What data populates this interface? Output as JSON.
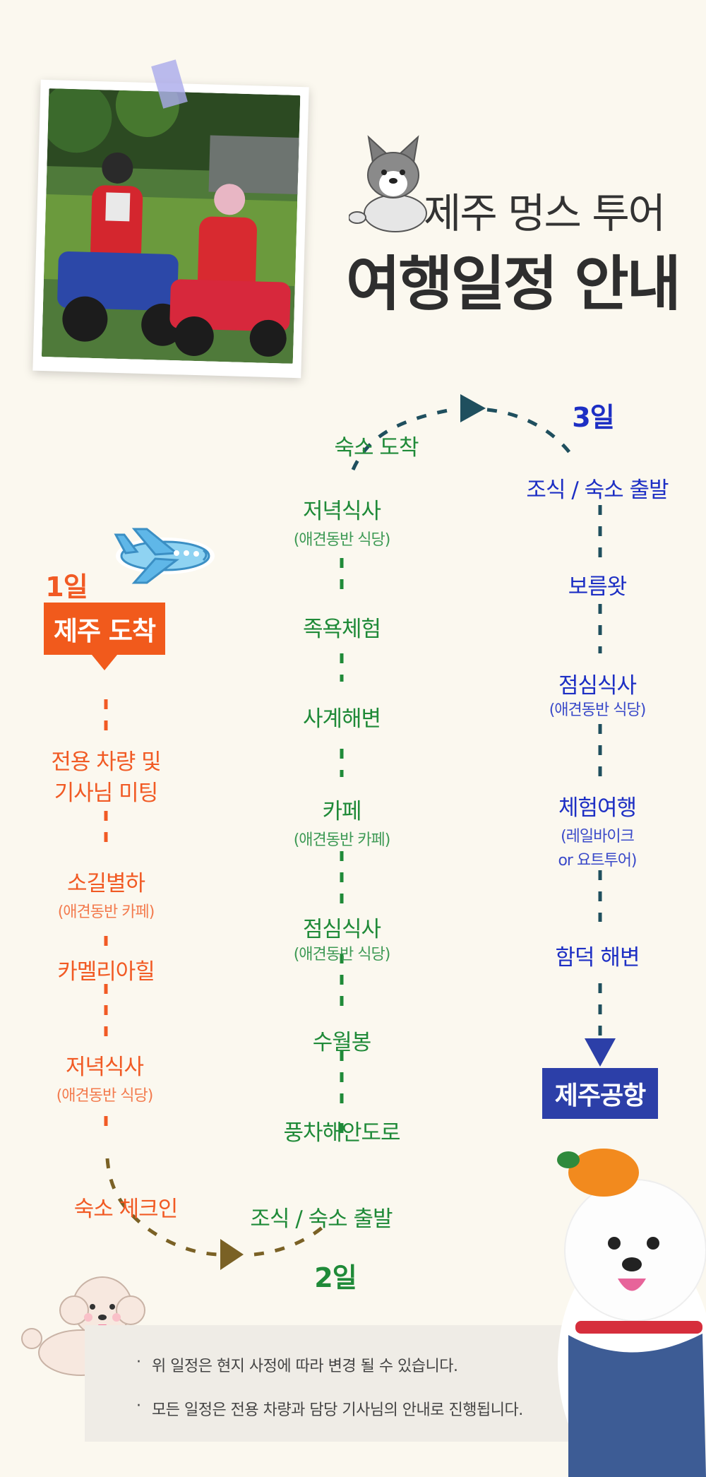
{
  "header": {
    "subtitle": "제주 멍스 투어",
    "title": "여행일정 안내"
  },
  "colors": {
    "background": "#fbf8ef",
    "day1": "#f15a24",
    "day2": "#1f8a38",
    "day3": "#1d2fc4",
    "start_box": "#f15a1c",
    "end_box": "#2c3fa8"
  },
  "icons": [
    "airplane-icon",
    "dog-cartoon-icon",
    "bulldog-photo",
    "poodle-cartoon",
    "maltese-photo"
  ],
  "day1": {
    "label": "1일",
    "start": "제주 도착",
    "items": [
      {
        "title_line1": "전용 차량 및",
        "title_line2": "기사님 미팅"
      },
      {
        "title": "소길별하",
        "sub": "(애견동반 카페)"
      },
      {
        "title": "카멜리아힐"
      },
      {
        "title": "저녁식사",
        "sub": "(애견동반 식당)"
      },
      {
        "title": "숙소 체크인"
      }
    ]
  },
  "day2": {
    "label": "2일",
    "items": [
      {
        "title": "조식 / 숙소 출발"
      },
      {
        "title": "풍차해안도로"
      },
      {
        "title": "수월봉"
      },
      {
        "title": "점심식사",
        "sub": "(애견동반 식당)"
      },
      {
        "title": "카페",
        "sub": "(애견동반 카페)"
      },
      {
        "title": "사계해변"
      },
      {
        "title": "족욕체험"
      },
      {
        "title": "저녁식사",
        "sub": "(애견동반 식당)"
      },
      {
        "title": "숙소 도착"
      }
    ]
  },
  "day3": {
    "label": "3일",
    "items": [
      {
        "title": "조식 / 숙소 출발"
      },
      {
        "title": "보름왓"
      },
      {
        "title": "점심식사",
        "sub": "(애견동반 식당)"
      },
      {
        "title": "체험여행",
        "sub_line1": "(레일바이크",
        "sub_line2": "or 요트투어)"
      },
      {
        "title": "함덕 해변"
      }
    ],
    "end": "제주공항"
  },
  "notice": {
    "bullet": "·",
    "lines": [
      "위 일정은 현지 사정에 따라 변경 될 수 있습니다.",
      "모든 일정은 전용 차량과 담당 기사님의 안내로 진행됩니다."
    ]
  }
}
